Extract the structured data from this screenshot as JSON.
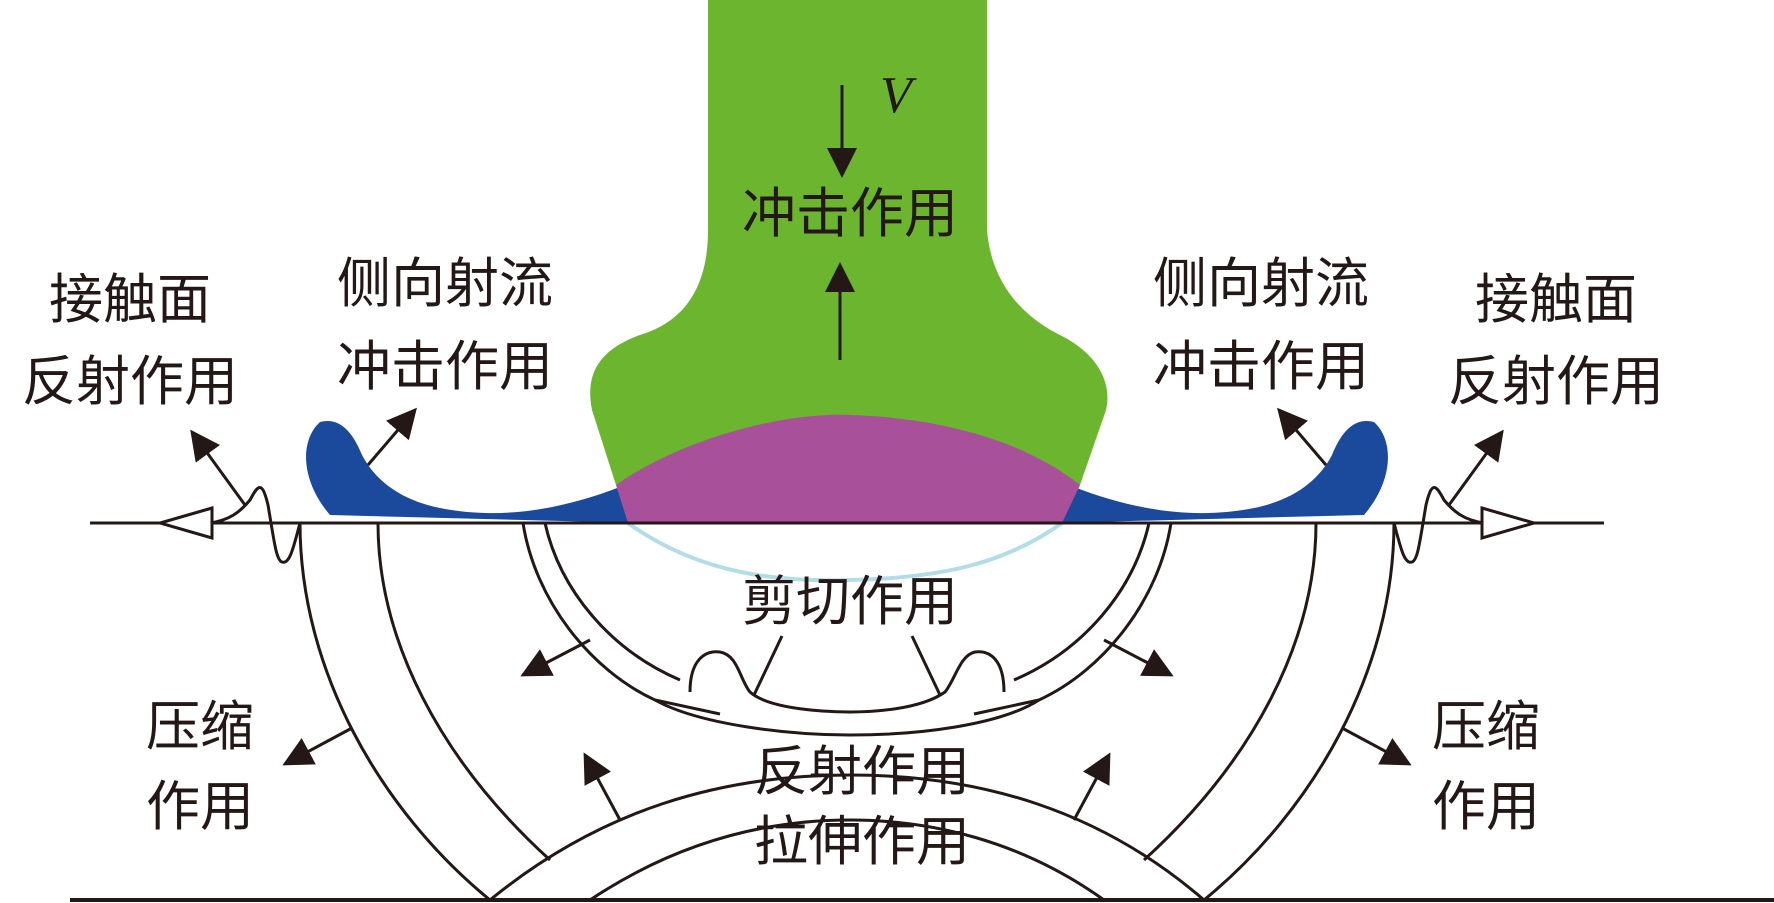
{
  "colors": {
    "projectile": "#6cb52f",
    "contact_zone": "#a8519a",
    "side_jet": "#1b4a9c",
    "line": "#231815",
    "light_arc": "#b3dde6",
    "background": "#ffffff"
  },
  "labels": {
    "velocity": "V",
    "impact": "冲击作用",
    "side_jet_left_1": "侧向射流",
    "side_jet_left_2": "冲击作用",
    "side_jet_right_1": "侧向射流",
    "side_jet_right_2": "冲击作用",
    "contact_left_1": "接触面",
    "contact_left_2": "反射作用",
    "contact_right_1": "接触面",
    "contact_right_2": "反射作用",
    "shear": "剪切作用",
    "compress_left_1": "压缩",
    "compress_left_2": "作用",
    "compress_right_1": "压缩",
    "compress_right_2": "作用",
    "reflect": "反射作用",
    "tension": "拉伸作用"
  }
}
